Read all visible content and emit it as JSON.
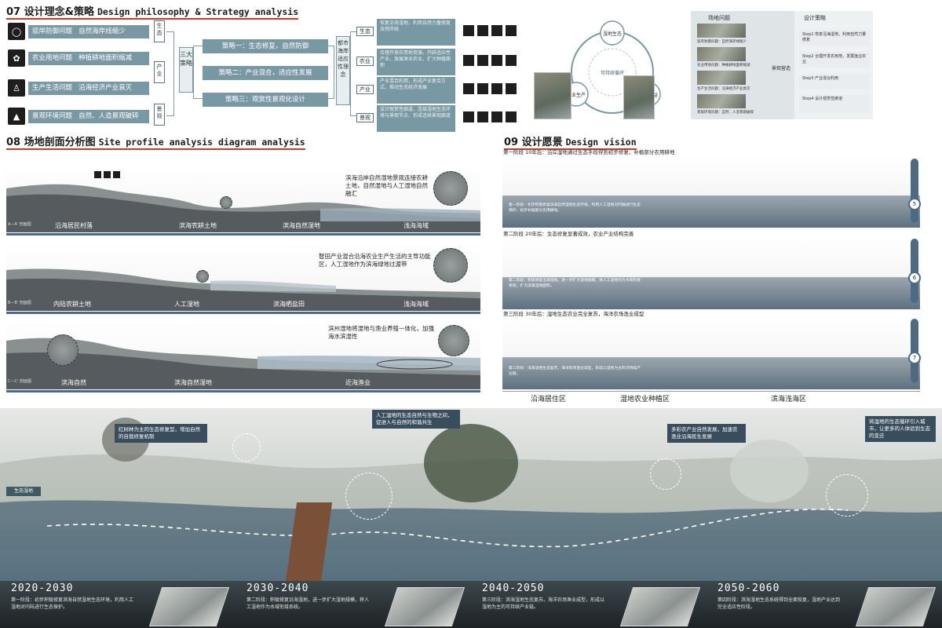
{
  "sec07": {
    "num": "07 设计理念&策略",
    "en": "Design philosophy & Strategy analysis",
    "problems": [
      {
        "left": "驳岸防御问题",
        "right": "自然海岸线缩少"
      },
      {
        "left": "农业用地问题",
        "right": "种植耕地面积缩减"
      },
      {
        "left": "生产生活问题",
        "right": "沿海经济产业衰灭"
      },
      {
        "left": "景观环境问题",
        "right": "自然、人造景观破碎"
      }
    ],
    "tags": [
      "生态",
      "产业",
      "景观"
    ],
    "center": "三大策略",
    "strategies": [
      "策略一：生态修复，自然防御",
      "策略二：产业混合，适应性发展",
      "策略三：观赏性景观化设计"
    ],
    "target": "都市海岸适应性理念",
    "goal_tags": [
      "生态",
      "农业",
      "产业",
      "景观"
    ],
    "goals": [
      "恢复沿海湿地，利用自然力量修复自然岸线",
      "合理开发农用地资源，开辟适应性产业，发展渔业农业，扩大种植面积",
      "产业混合利用，形成产业复合方式，推动生态经济发展",
      "设计观赏性廊道，连接湿地生态环境与景观节点，形成连续景观廊道"
    ],
    "cycle": {
      "top": "湿地生态",
      "left": "农业生产",
      "right": "经济收益",
      "center": "可持续循环"
    },
    "site_issues": {
      "title": "场地问题",
      "captions": [
        "驳岸防御问题：自然海岸线缩少",
        "农业用地问题：种植耕地面积缩减",
        "生产生活问题：沿海经济产业衰灭",
        "景观环境问题：自然、人造景观破碎"
      ]
    },
    "design_strategy": {
      "title": "设计策略",
      "steps": [
        "Step1 恢复沿海湿地，利用自然力量修复",
        "Step2 合理开发农用地，发展渔业农业",
        "Step3 产业混合利用",
        "Step4 设计观赏性廊道"
      ],
      "tag": "景观营造"
    }
  },
  "sec08": {
    "num": "08 场地剖面分析图",
    "en": "Site profile analysis diagram analysis",
    "profiles": [
      {
        "code": "A—A' 剖面图",
        "note": "滨海沿岸自然湿地景观连接农耕土地，自然湿地与人工湿地自然融汇",
        "zones": [
          "沿海居民村落",
          "滨海农耕土地",
          "滨海自然湿地",
          "浅海海域"
        ]
      },
      {
        "code": "B—B' 剖面图",
        "note": "智田产业混合沿海农业生产生活的主导功能区，人工湿地作为滨海绿地过渡带",
        "zones": [
          "内陆农耕土地",
          "人工湿地",
          "滨海晒盐田",
          "浅海海域"
        ]
      },
      {
        "code": "C—C' 剖面图",
        "note": "滨州湿地将湿地与渔业养殖一体化，加强海水滨湿性",
        "zones": [
          "滨海自然",
          "滨海自然湿地",
          "近海渔业"
        ]
      }
    ]
  },
  "sec09": {
    "num": "09 设计愿景",
    "en": "Design vision",
    "stages": [
      {
        "cap": "第一阶段  10年后：沿岸湿地通过生态手段得到初步修复，补植部分农用耕地",
        "desc": "第一阶段：初步积极修复滨海自然湿地生态环境，利用人工湿地对内陆进行生态保护，初步补植部分农用耕地。",
        "knob": "5"
      },
      {
        "cap": "第二阶段  20年后：生态修复显著成效，农业产业结构完善",
        "desc": "第二阶段：积极修复沿海湿地，进一步扩大湿地规模，将人工湿地作为水域衔接系统，扩大滨海湿地面积。",
        "knob": "6"
      },
      {
        "cap": "第三阶段  30年后：湿地生态农业完全复苏，海洋农场渔业成型",
        "desc": "第三阶段：滨海湿地生态复苏，海洋农场渔业成型，形成以湿地为主的可持续产业链。",
        "knob": "7"
      }
    ],
    "zones": [
      "沿海居住区",
      "湿地农业种植区",
      "滨海浅海区"
    ]
  },
  "pano": {
    "callouts": [
      "红树林为主的生态修复型，增加自然的自我修复机制",
      "人工湿地的生态自然与生物之间，促进人与自然的和谐共生",
      "多彩农产业自然发展，加速农渔业沿海民生发展",
      "将湿地的生态循环引入城市，让更多的人体验到生态的变迁"
    ],
    "label": "生态湿地",
    "eras": [
      {
        "title": "2020-2030",
        "desc": "第一阶段：初步积极修复滨海自然湿地生态环境，利用人工湿地对内陆进行生态保护。"
      },
      {
        "title": "2030-2040",
        "desc": "第二阶段：积极修复沿海湿地，进一步扩大湿地规模，将人工湿地作为水域衔接系统。"
      },
      {
        "title": "2040-2050",
        "desc": "第三阶段：滨海湿地生态复苏，海洋农场渔业成型，形成以湿地为主的可持续产业链。"
      },
      {
        "title": "2050-2060",
        "desc": "第四阶段：滨海湿地生态系统得到全面恢复，湿地产业达到完全适应性阶段。"
      }
    ]
  },
  "colors": {
    "accent": "#7898a4",
    "underline": "#c83c2c",
    "water": "#4d6a82"
  }
}
